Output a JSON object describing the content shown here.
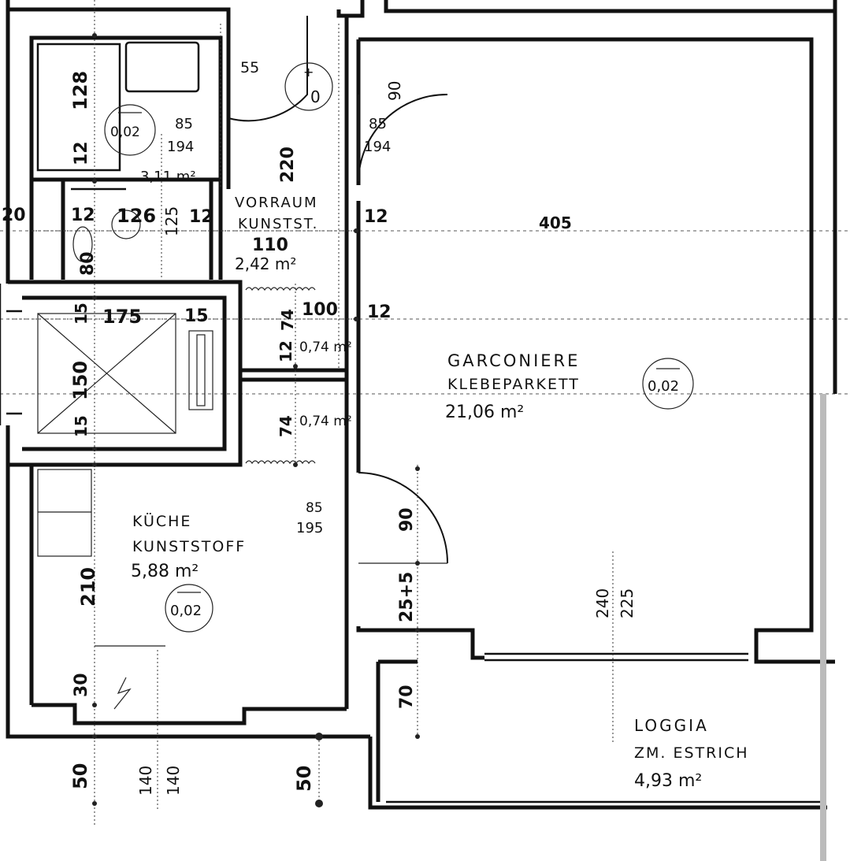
{
  "rooms": {
    "vorraum": {
      "name": "VORRAUM",
      "floor": "KUNSTST.",
      "number": "110",
      "area": "2,42 m²"
    },
    "garconiere": {
      "name": "GARCONIERE",
      "floor": "KLEBEPARKETT",
      "area": "21,06 m²",
      "mark": "0,02"
    },
    "kueche": {
      "name": "KÜCHE",
      "floor": "KUNSTSTOFF",
      "area": "5,88 m²",
      "mark": "0,02"
    },
    "loggia": {
      "name": "LOGGIA",
      "floor": "ZM. ESTRICH",
      "area": "4,93 m²"
    },
    "bad": {
      "area": "3,11 m²",
      "mark": "0,02"
    },
    "abstell_1": {
      "area": "0,74 m²"
    },
    "abstell_2": {
      "area": "0,74 m²"
    }
  },
  "marks": {
    "vorraum_level": "0",
    "vorraum_sign": "+"
  },
  "dimensions": {
    "d128": "128",
    "d12a": "12",
    "d85a": "85",
    "d194a": "194",
    "d55": "55",
    "d90a": "90",
    "d85b": "85",
    "d194b": "194",
    "d220": "220",
    "d20": "20",
    "d12b": "12",
    "d126": "126",
    "d125": "125",
    "d12c": "12",
    "d80": "80",
    "d12d": "12",
    "d405": "405",
    "d15a": "15",
    "d175": "175",
    "d15b": "15",
    "d74a": "74",
    "d100": "100",
    "d12e": "12",
    "d12f": "12",
    "d150": "150",
    "d15c": "15",
    "d74b": "74",
    "d85c": "85",
    "d195": "195",
    "d90b": "90",
    "d210": "210",
    "d25p5": "25+5",
    "d240": "240",
    "d225": "225",
    "d30": "30",
    "d70": "70",
    "d50a": "50",
    "d140a": "140",
    "d140b": "140",
    "d50b": "50"
  }
}
